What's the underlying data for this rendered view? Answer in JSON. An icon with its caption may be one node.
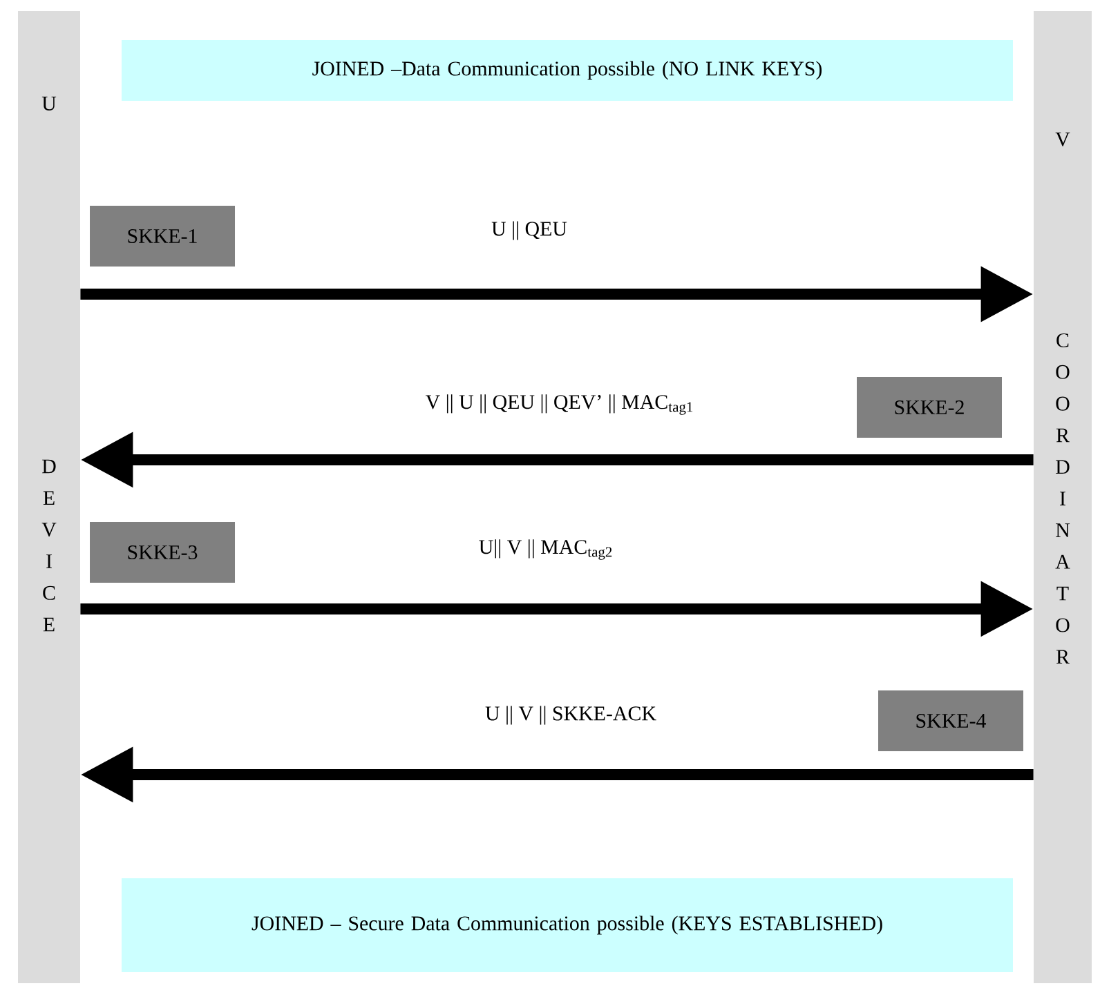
{
  "diagram": {
    "nodes": [
      {
        "text": [
          "U",
          "DEVICE"
        ]
      },
      {
        "text": [
          "V",
          "COORDINATOR"
        ]
      },
      {
        "text": [
          "JOINED –Data Communication possible (NO LINK KEYS)"
        ]
      },
      {
        "text": [
          "SKKE-1"
        ]
      },
      {
        "text": [
          "SKKE-2"
        ]
      },
      {
        "text": [
          "SKKE-3"
        ]
      },
      {
        "text": [
          "SKKE-4"
        ]
      },
      {
        "text": [
          "JOINED   – Secure Data Communication possible (KEYS ESTABLISHED)"
        ]
      }
    ],
    "edges": [
      {
        "from": 0,
        "to": 1,
        "arrow": "to",
        "label": "U || QEU"
      },
      {
        "from": 1,
        "to": 0,
        "arrow": "to",
        "label": "V || U || QEU || QEV’ || MAC$_{tag1}$"
      },
      {
        "from": 0,
        "to": 1,
        "arrow": "to",
        "label": "U|| V || MAC$_{tag2}$"
      },
      {
        "from": 1,
        "to": 0,
        "arrow": "to",
        "label": "U || V || SKKE-ACK"
      }
    ]
  }
}
